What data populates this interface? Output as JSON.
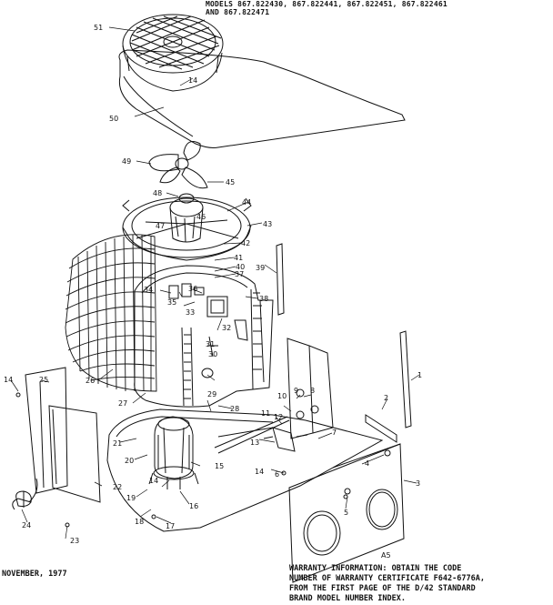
{
  "header": {
    "line1": "MODELS 867.822430, 867.822441, 867.822451, 867.822461",
    "line2": "AND 867.822471"
  },
  "footer": {
    "date": "NOVEMBER, 1977",
    "warranty_line1": "WARRANTY INFORMATION:  OBTAIN THE CODE",
    "warranty_line2": "NUMBER OF WARRANTY CERTIFICATE F642-6776A,",
    "warranty_line3": "FROM THE FIRST PAGE OF THE D/42 STANDARD",
    "warranty_line4": "BRAND MODEL NUMBER INDEX."
  },
  "callouts": {
    "p1": "1",
    "p2": "2",
    "p3": "3",
    "p4": "4",
    "p5": "5",
    "p6": "6",
    "p7": "7",
    "p8": "8",
    "p9": "9",
    "p10": "10",
    "p11": "11",
    "p12": "12",
    "p13": "13",
    "p14a": "14",
    "p14b": "14",
    "p14c": "14",
    "p14d": "14",
    "p15": "15",
    "p16": "16",
    "p17": "17",
    "p18": "18",
    "p19": "19",
    "p20": "20",
    "p21": "21",
    "p22": "22",
    "p23": "23",
    "p24": "24",
    "p25": "25",
    "p26": "26",
    "p27": "27",
    "p28": "28",
    "p29": "29",
    "p30": "30",
    "p31": "31",
    "p32": "32",
    "p33": "33",
    "p34": "34",
    "p35": "35",
    "p36": "36",
    "p37": "37",
    "p38": "38",
    "p39": "39",
    "p40": "40",
    "p41": "41",
    "p42": "42",
    "p43": "43",
    "p44": "44",
    "p45": "45",
    "p46": "46",
    "p47": "47",
    "p48": "48",
    "p49": "49",
    "p50": "50",
    "p51": "51",
    "pA5": "A5"
  }
}
